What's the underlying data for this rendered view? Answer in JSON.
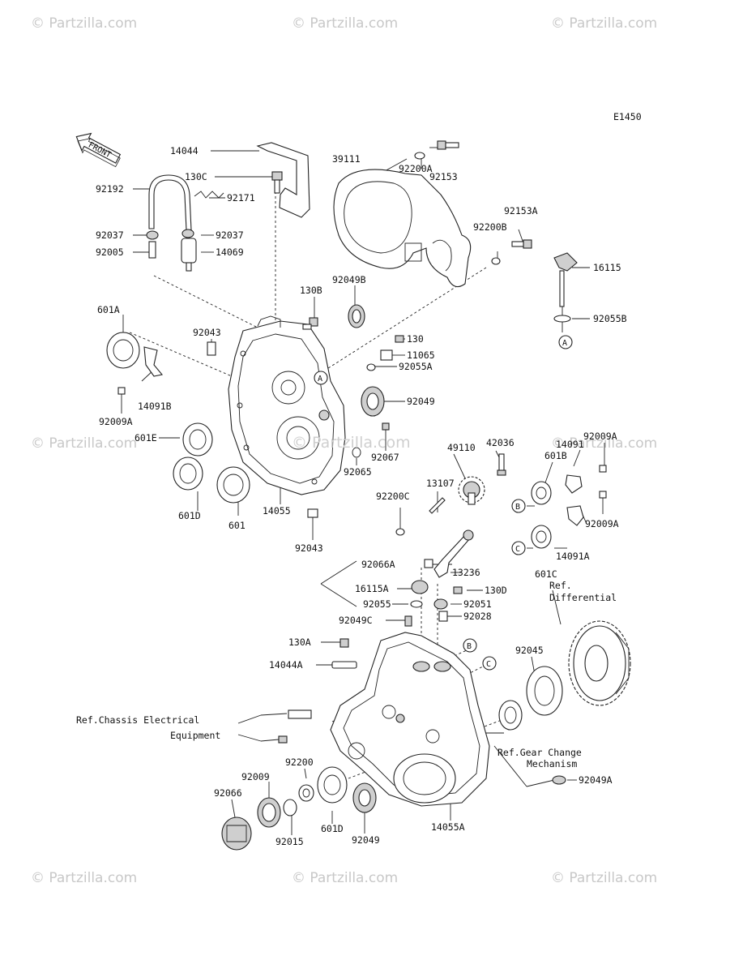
{
  "watermark": {
    "text": "© Partzilla.com",
    "center_text": "© Partzilla.com"
  },
  "diagram_code": "E1450",
  "front_label": "FRONT",
  "part_labels": {
    "p14044": "14044",
    "p130C": "130C",
    "p92171": "92171",
    "p92192": "92192",
    "p92037a": "92037",
    "p92037b": "92037",
    "p92005": "92005",
    "p14069": "14069",
    "p39111": "39111",
    "p92153": "92153",
    "p92200A": "92200A",
    "p92153A": "92153A",
    "p92200B": "92200B",
    "p16115": "16115",
    "p92055B": "92055B",
    "p130B": "130B",
    "p92049B": "92049B",
    "p601A": "601A",
    "p92043a": "92043",
    "p130": "130",
    "p11065": "11065",
    "p92055A": "92055A",
    "p14091B": "14091B",
    "p92009Aa": "92009A",
    "p92049a": "92049",
    "p601E": "601E",
    "p92065": "92065",
    "p92067": "92067",
    "p601D": "601D",
    "p601": "601",
    "p14055": "14055",
    "p92043b": "92043",
    "p49110": "49110",
    "p42036": "42036",
    "p601B": "601B",
    "p14091": "14091",
    "p92009Ab": "92009A",
    "p92009Ac": "92009A",
    "p13107": "13107",
    "p92200C": "92200C",
    "p601C": "601C",
    "p14091A": "14091A",
    "p92066A": "92066A",
    "p13236": "13236",
    "p16115A": "16115A",
    "p130D": "130D",
    "p92055": "92055",
    "p92051": "92051",
    "p92049C": "92049C",
    "p92028": "92028",
    "p130A": "130A",
    "p14044A": "14044A",
    "p92045": "92045",
    "p92200": "92200",
    "p92009": "92009",
    "p92066": "92066",
    "p601Db": "601D",
    "p92015": "92015",
    "p92049b": "92049",
    "p14055A": "14055A",
    "p92049A": "92049A"
  },
  "reference_labels": {
    "differential_1": "Ref.",
    "differential_2": "Differential",
    "chassis_1": "Ref.Chassis Electrical",
    "chassis_2": "Equipment",
    "gear_1": "Ref.Gear Change",
    "gear_2": "Mechanism"
  },
  "callouts": {
    "A1": "A",
    "A2": "A",
    "B1": "B",
    "B2": "B",
    "C1": "C",
    "C2": "C"
  }
}
